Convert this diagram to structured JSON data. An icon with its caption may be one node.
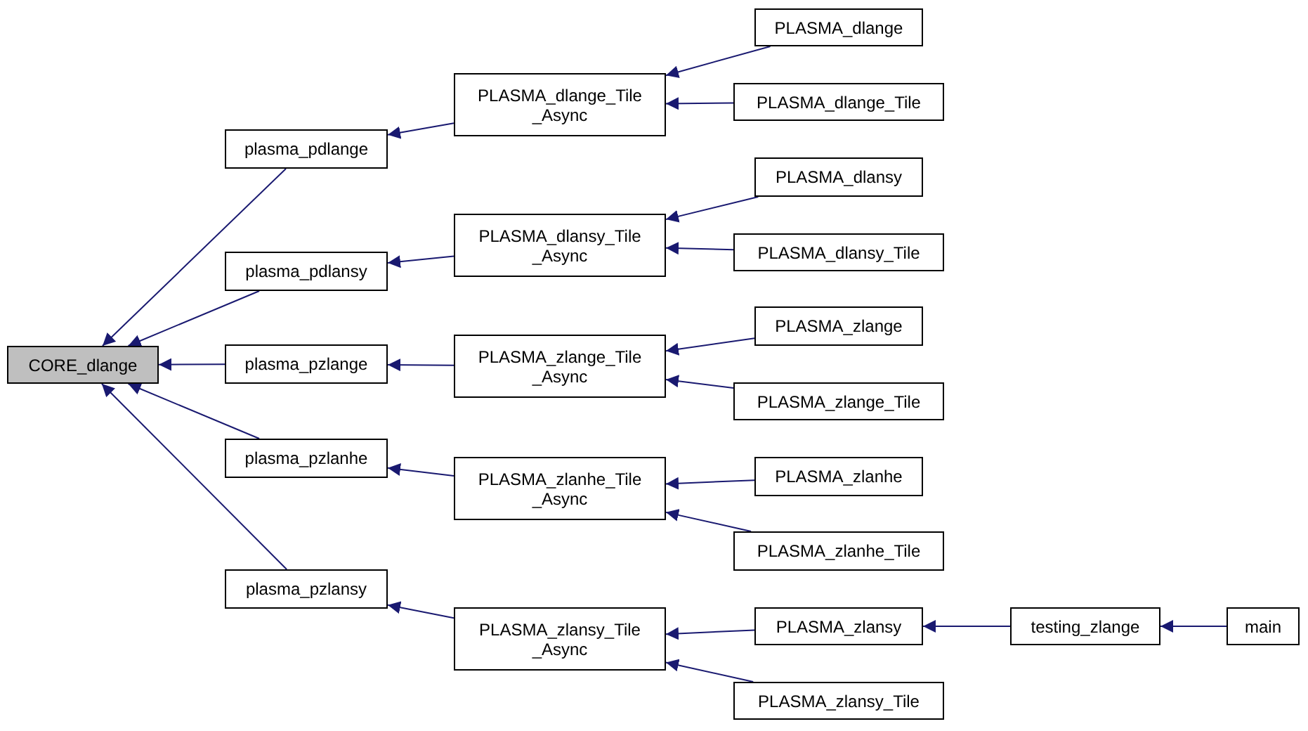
{
  "diagram": {
    "nodes": [
      {
        "text": [
          "CORE_dlange"
        ]
      },
      {
        "text": [
          "plasma_pdlange"
        ]
      },
      {
        "text": [
          "plasma_pdlansy"
        ]
      },
      {
        "text": [
          "plasma_pzlange"
        ]
      },
      {
        "text": [
          "plasma_pzlanhe"
        ]
      },
      {
        "text": [
          "plasma_pzlansy"
        ]
      },
      {
        "text": [
          "PLASMA_dlange_Tile _Async"
        ]
      },
      {
        "text": [
          "PLASMA_dlansy_Tile _Async"
        ]
      },
      {
        "text": [
          "PLASMA_zlange_Tile _Async"
        ]
      },
      {
        "text": [
          "PLASMA_zlanhe_Tile _Async"
        ]
      },
      {
        "text": [
          "PLASMA_zlansy_Tile _Async"
        ]
      },
      {
        "text": [
          "PLASMA_dlange"
        ]
      },
      {
        "text": [
          "PLASMA_dlange_Tile"
        ]
      },
      {
        "text": [
          "PLASMA_dlansy"
        ]
      },
      {
        "text": [
          "PLASMA_dlansy_Tile"
        ]
      },
      {
        "text": [
          "PLASMA_zlange"
        ]
      },
      {
        "text": [
          "PLASMA_zlange_Tile"
        ]
      },
      {
        "text": [
          "PLASMA_zlanhe"
        ]
      },
      {
        "text": [
          "PLASMA_zlanhe_Tile"
        ]
      },
      {
        "text": [
          "PLASMA_zlansy"
        ]
      },
      {
        "text": [
          "PLASMA_zlansy_Tile"
        ]
      },
      {
        "text": [
          "testing_zlange"
        ]
      },
      {
        "text": [
          "main"
        ]
      }
    ],
    "edges": [
      {
        "from": 1,
        "to": 0,
        "arrow": "to"
      },
      {
        "from": 2,
        "to": 0,
        "arrow": "to"
      },
      {
        "from": 3,
        "to": 0,
        "arrow": "to"
      },
      {
        "from": 4,
        "to": 0,
        "arrow": "to"
      },
      {
        "from": 5,
        "to": 0,
        "arrow": "to"
      },
      {
        "from": 6,
        "to": 1,
        "arrow": "to"
      },
      {
        "from": 7,
        "to": 2,
        "arrow": "to"
      },
      {
        "from": 8,
        "to": 3,
        "arrow": "to"
      },
      {
        "from": 9,
        "to": 4,
        "arrow": "to"
      },
      {
        "from": 10,
        "to": 5,
        "arrow": "to"
      },
      {
        "from": 11,
        "to": 6,
        "arrow": "to"
      },
      {
        "from": 12,
        "to": 6,
        "arrow": "to"
      },
      {
        "from": 13,
        "to": 7,
        "arrow": "to"
      },
      {
        "from": 14,
        "to": 7,
        "arrow": "to"
      },
      {
        "from": 15,
        "to": 8,
        "arrow": "to"
      },
      {
        "from": 16,
        "to": 8,
        "arrow": "to"
      },
      {
        "from": 17,
        "to": 9,
        "arrow": "to"
      },
      {
        "from": 18,
        "to": 9,
        "arrow": "to"
      },
      {
        "from": 19,
        "to": 10,
        "arrow": "to"
      },
      {
        "from": 20,
        "to": 10,
        "arrow": "to"
      },
      {
        "from": 21,
        "to": 19,
        "arrow": "to"
      },
      {
        "from": 22,
        "to": 21,
        "arrow": "to"
      }
    ]
  }
}
